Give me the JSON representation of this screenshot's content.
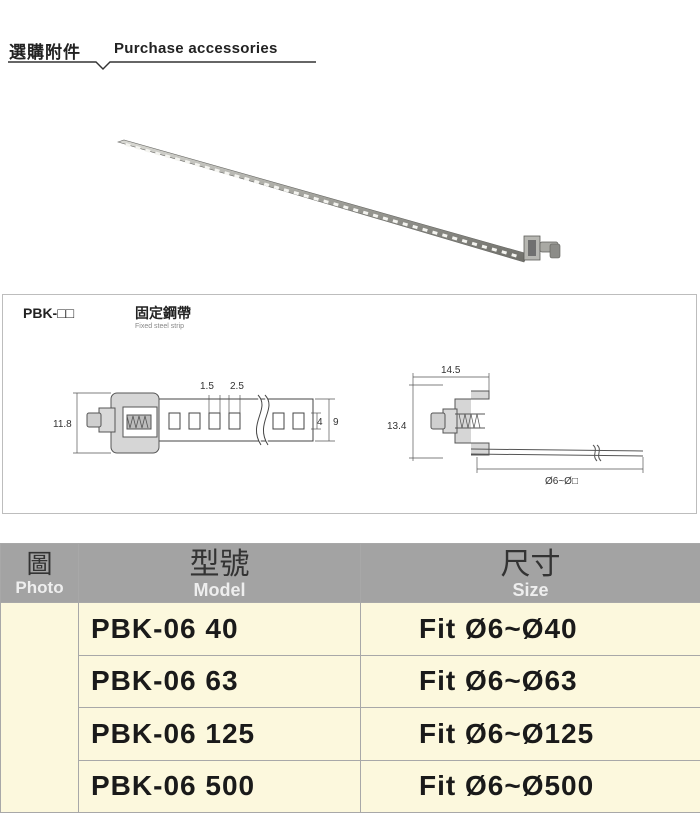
{
  "header": {
    "title_cn": "選購附件",
    "title_en": "Purchase accessories"
  },
  "spec": {
    "code": "PBK-□□",
    "title_cn": "固定鋼帶",
    "title_en": "Fixed steel strip",
    "dims": {
      "slot_width": "1.5",
      "slot_pitch": "2.5",
      "overall_height": "11.8",
      "slot_height": "4",
      "strip_height": "9",
      "bracket_width": "14.5",
      "bracket_height": "13.4",
      "fit_range": "Ø6~Ø□"
    }
  },
  "table": {
    "headers": {
      "photo_cn": "圖",
      "photo_en": "Photo",
      "model_cn": "型號",
      "model_en": "Model",
      "size_cn": "尺寸",
      "size_en": "Size"
    },
    "rows": [
      {
        "model": "PBK-06 40",
        "size": "Fit  Ø6~Ø40"
      },
      {
        "model": "PBK-06 63",
        "size": "Fit  Ø6~Ø63"
      },
      {
        "model": "PBK-06 125",
        "size": "Fit  Ø6~Ø125"
      },
      {
        "model": "PBK-06 500",
        "size": "Fit  Ø6~Ø500"
      }
    ]
  },
  "colors": {
    "header_bg": "#a3a3a3",
    "row_bg": "#fcf8dd",
    "border": "#a8a8a8"
  }
}
